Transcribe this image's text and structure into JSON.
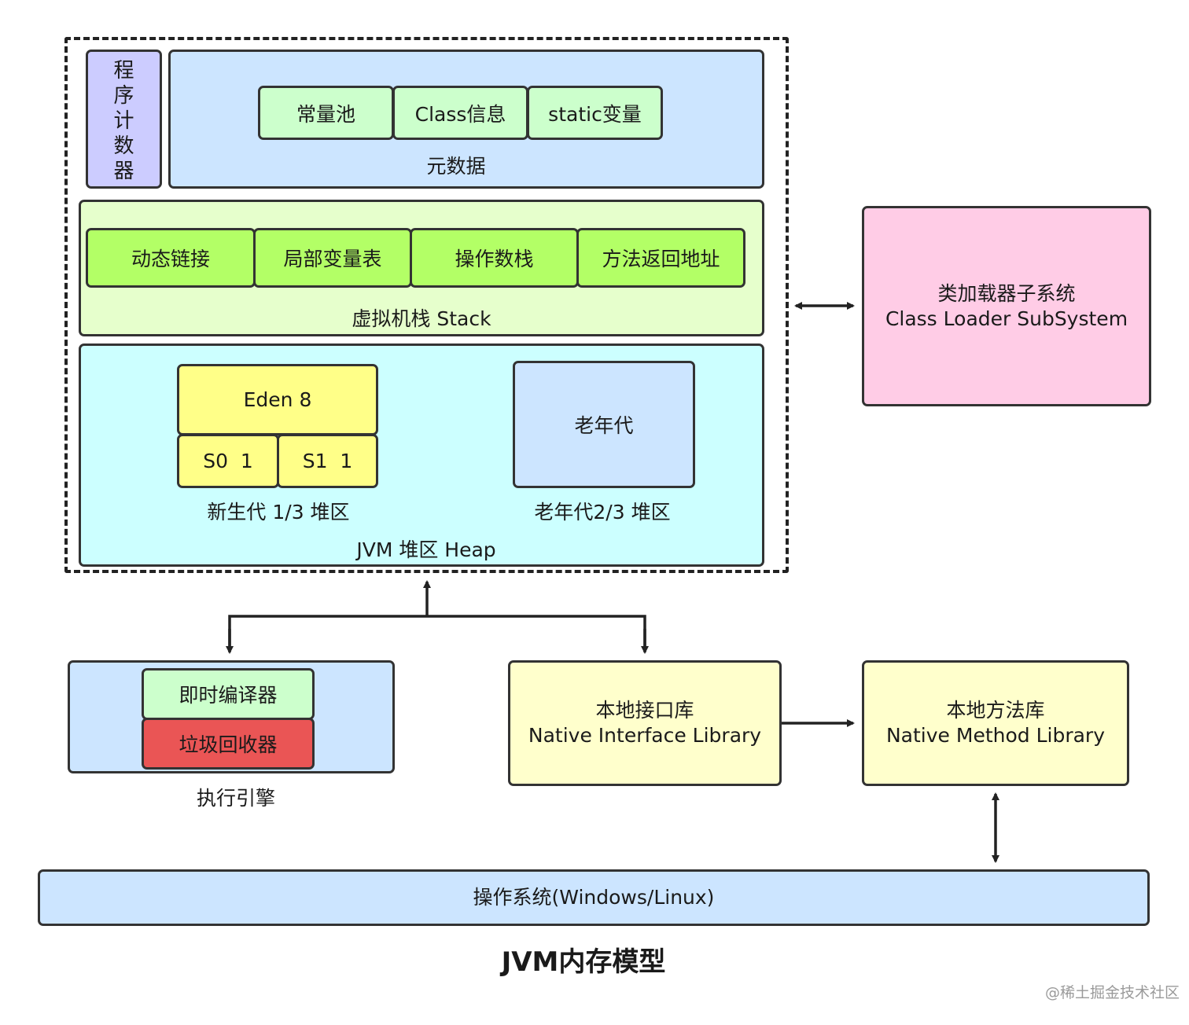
{
  "metadata_area": {
    "program_counter": [
      "程",
      "序",
      "计",
      "数",
      "器"
    ],
    "items": [
      "常量池",
      "Class信息",
      "static变量"
    ],
    "label": "元数据"
  },
  "stack_area": {
    "items": [
      "动态链接",
      "局部变量表",
      "操作数栈",
      "方法返回地址"
    ],
    "label": "虚拟机栈 Stack"
  },
  "heap_area": {
    "eden": "Eden 8",
    "s0": "S0  1",
    "s1": "S1  1",
    "young_label": "新生代 1/3 堆区",
    "old_box": "老年代",
    "old_label": "老年代2/3 堆区",
    "label": "JVM 堆区 Heap"
  },
  "class_loader": {
    "line1": "类加载器子系统",
    "line2": "Class Loader SubSystem"
  },
  "execution_engine": {
    "jit": "即时编译器",
    "gc": "垃圾回收器",
    "label": "执行引擎"
  },
  "native_interface": {
    "line1": "本地接口库",
    "line2": "Native Interface Library"
  },
  "native_method": {
    "line1": "本地方法库",
    "line2": "Native Method Library"
  },
  "os": {
    "label": "操作系统(Windows/Linux)"
  },
  "title": "JVM内存模型",
  "footer_credit": "@稀土掘金技术社区",
  "colors": {
    "program_counter": "#ccccff",
    "metadata_bg": "#cce5ff",
    "metadata_item": "#ccffcc",
    "stack_bg": "#e6ffcc",
    "stack_item": "#b3ff66",
    "heap_bg": "#ccffff",
    "young": "#ffff88",
    "old": "#cce5ff",
    "class_loader": "#ffcce6",
    "engine_bg": "#cce5ff",
    "jit": "#ccffcc",
    "gc": "#ea5555",
    "native": "#ffffcc",
    "os": "#cce5ff"
  }
}
